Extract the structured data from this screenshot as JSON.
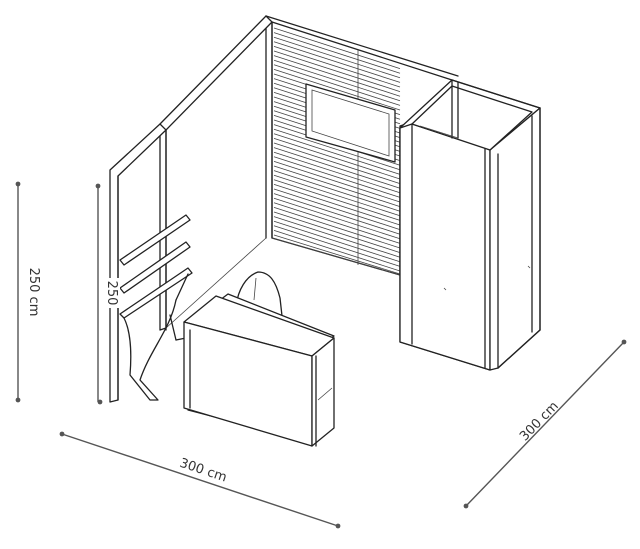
{
  "dimensions": {
    "height_outer": "250 cm",
    "height_inner": "250",
    "width_front": "300 cm",
    "depth_right": "300 cm"
  },
  "colors": {
    "line": "#222222",
    "dimension": "#555555",
    "background": "#ffffff"
  }
}
